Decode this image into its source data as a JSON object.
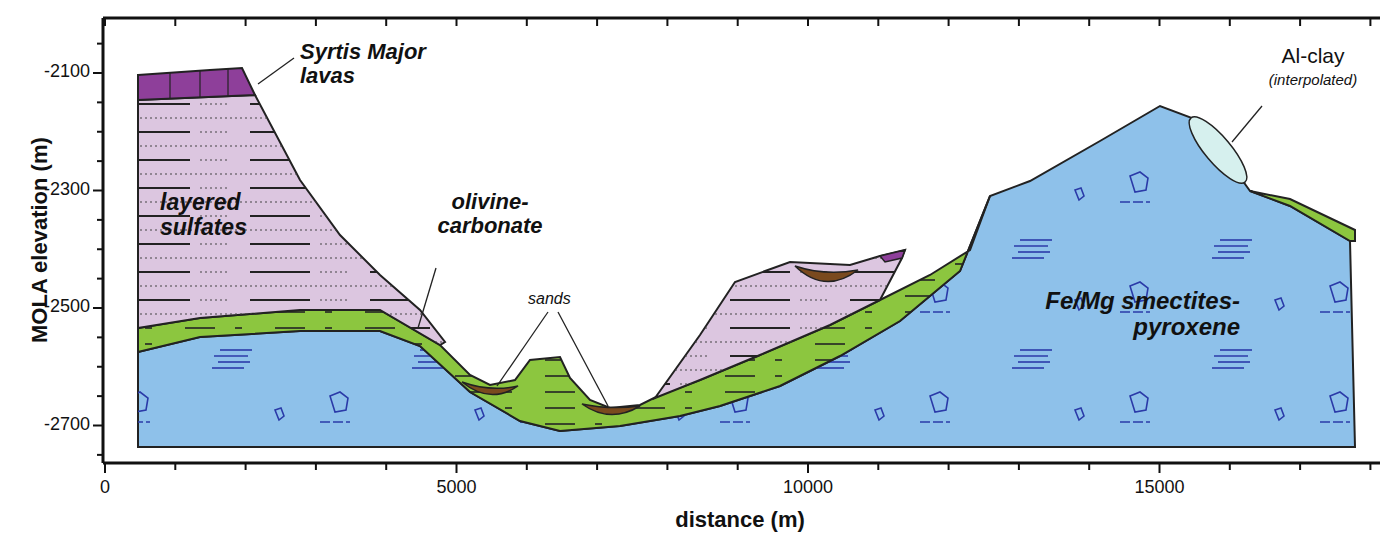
{
  "diagram": {
    "labels": [
      "Syrtis Major lavas",
      "layered sulfates",
      "olivine-carbonate",
      "sands",
      "Al-clay",
      "(interpolated)",
      "Fe/Mg smectites-pyroxene",
      "-2100",
      "-2300",
      "-2500",
      "-2700",
      "MOLA elevation (m)",
      "0",
      "5000",
      "10000",
      "15000",
      "distance (m)"
    ]
  }
}
